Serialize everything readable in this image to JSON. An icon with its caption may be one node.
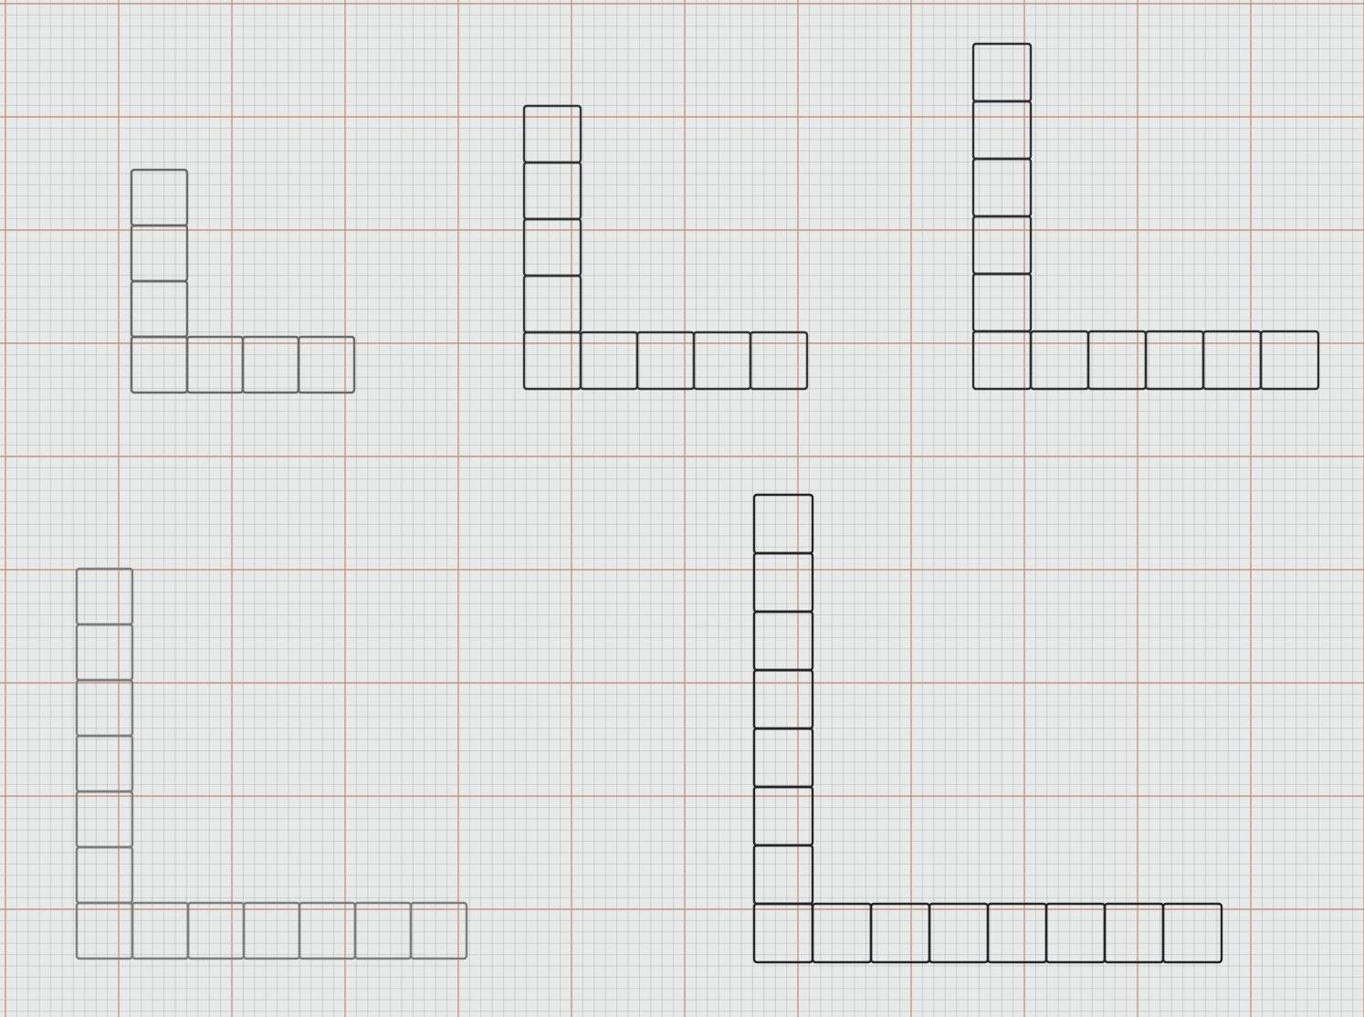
{
  "diagram": {
    "nodes": [
      {
        "text": [],
        "shape": "box"
      },
      {
        "text": [],
        "shape": "box"
      },
      {
        "text": [],
        "shape": "box"
      },
      {
        "text": [],
        "shape": "box"
      },
      {
        "text": [],
        "shape": "box"
      },
      {
        "text": [],
        "shape": "box"
      },
      {
        "text": [],
        "shape": "box"
      },
      {
        "text": [],
        "shape": "box"
      },
      {
        "text": [],
        "shape": "box"
      },
      {
        "text": [],
        "shape": "box"
      },
      {
        "text": [],
        "shape": "box"
      },
      {
        "text": [],
        "shape": "box"
      },
      {
        "text": [],
        "shape": "box"
      },
      {
        "text": [],
        "shape": "box"
      },
      {
        "text": [],
        "shape": "box"
      },
      {
        "text": [],
        "shape": "box"
      },
      {
        "text": [],
        "shape": "box"
      },
      {
        "text": [],
        "shape": "box"
      },
      {
        "text": [],
        "shape": "box"
      },
      {
        "text": [],
        "shape": "box"
      },
      {
        "text": [],
        "shape": "box"
      },
      {
        "text": [],
        "shape": "box"
      },
      {
        "text": [],
        "shape": "box"
      },
      {
        "text": [],
        "shape": "box"
      },
      {
        "text": [],
        "shape": "box"
      },
      {
        "text": [],
        "shape": "box"
      },
      {
        "text": [],
        "shape": "box"
      },
      {
        "text": [],
        "shape": "box"
      },
      {
        "text": [],
        "shape": "box"
      },
      {
        "text": [],
        "shape": "box"
      },
      {
        "text": [],
        "shape": "box"
      },
      {
        "text": [],
        "shape": "box"
      },
      {
        "text": [],
        "shape": "box"
      },
      {
        "text": [],
        "shape": "box"
      },
      {
        "text": [],
        "shape": "box"
      },
      {
        "text": [],
        "shape": "box"
      },
      {
        "text": [],
        "shape": "box"
      },
      {
        "text": [],
        "shape": "box"
      },
      {
        "text": [],
        "shape": "box"
      },
      {
        "text": [],
        "shape": "box"
      },
      {
        "text": [],
        "shape": "box"
      },
      {
        "text": [],
        "shape": "box"
      },
      {
        "text": [],
        "shape": "box"
      },
      {
        "text": [],
        "shape": "box"
      },
      {
        "text": [],
        "shape": "box"
      },
      {
        "text": [],
        "shape": "box"
      },
      {
        "text": [],
        "shape": "box"
      },
      {
        "text": [],
        "shape": "box"
      },
      {
        "text": [],
        "shape": "box"
      },
      {
        "text": [],
        "shape": "box"
      },
      {
        "text": [],
        "shape": "box"
      },
      {
        "text": [],
        "shape": "box"
      },
      {
        "text": [],
        "shape": "box"
      },
      {
        "text": [],
        "shape": "box"
      },
      {
        "text": [],
        "shape": "box"
      }
    ]
  }
}
